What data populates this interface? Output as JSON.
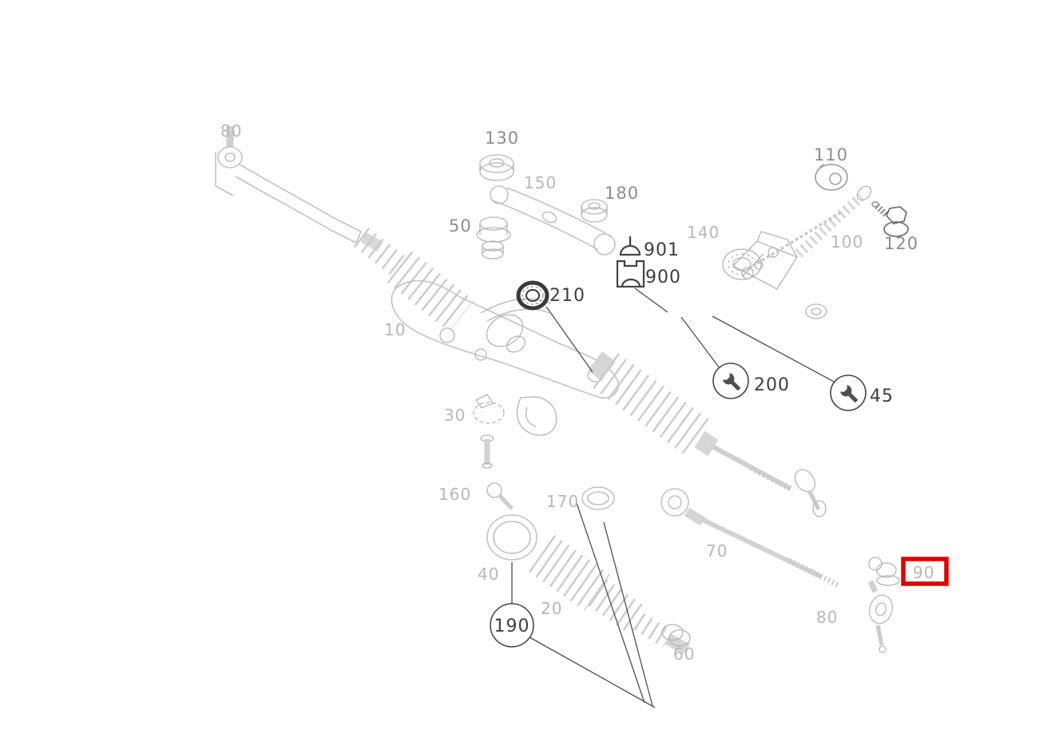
{
  "diagram": {
    "type": "exploded-parts-diagram",
    "subject": "steering-gear-and-tie-rod-assembly",
    "background": "#ffffff",
    "highlight": {
      "color": "#e10000",
      "highlighted_part": "90"
    },
    "labels": {
      "p10": "10",
      "p20": "20",
      "p30": "30",
      "p40": "40",
      "p45": "45",
      "p50": "50",
      "p60": "60",
      "p70": "70",
      "p80_left": "80",
      "p80_right": "80",
      "p90": "90",
      "p100": "100",
      "p110": "110",
      "p120": "120",
      "p130": "130",
      "p140": "140",
      "p150": "150",
      "p160": "160",
      "p170": "170",
      "p180": "180",
      "p190": "190",
      "p200": "200",
      "p210": "210",
      "p900": "900",
      "p901": "901"
    }
  }
}
